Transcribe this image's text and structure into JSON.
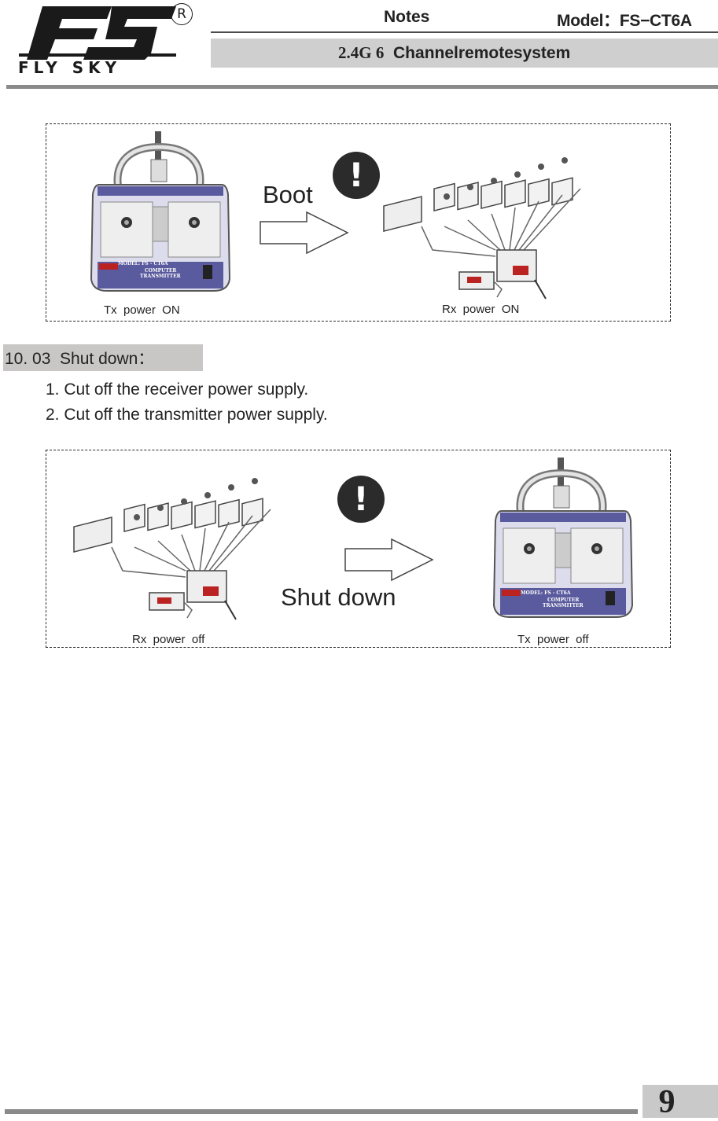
{
  "header": {
    "logo_text": "FLY SKY",
    "logo_mark": "FS",
    "registered_mark": "R",
    "notes_label": "Notes",
    "model_label": "Model：FS−CT6A",
    "banner_num": "2.4G 6",
    "banner_text": "Channelremotesystem"
  },
  "figure_boot": {
    "action_label": "Boot",
    "warning_glyph": "!",
    "tx_caption": "Tx  power  ON",
    "rx_caption": "Rx  power  ON",
    "panel_model": "MODEL: FS - CT6A",
    "panel_title_1": "COMPUTER",
    "panel_title_2": "TRANSMITTER"
  },
  "section": {
    "heading": "10. 03  Shut down：",
    "steps": [
      "1. Cut off the receiver power supply.",
      "2. Cut off the transmitter power supply."
    ]
  },
  "figure_shutdown": {
    "action_label": "Shut down",
    "warning_glyph": "!",
    "rx_caption": "Rx  power  off",
    "tx_caption": "Tx  power  off",
    "panel_model": "MODEL: FS - CT6A",
    "panel_title_1": "COMPUTER",
    "panel_title_2": "TRANSMITTER"
  },
  "footer": {
    "page_number": "9"
  },
  "colors": {
    "banner": "#cfcfcf",
    "section_head": "#c9c7c6",
    "rule": "#8a8a8a",
    "panel": "#5a5a9e"
  },
  "icons": [
    "warning-icon",
    "arrow-right-icon",
    "transmitter-illustration",
    "receiver-servo-illustration"
  ]
}
